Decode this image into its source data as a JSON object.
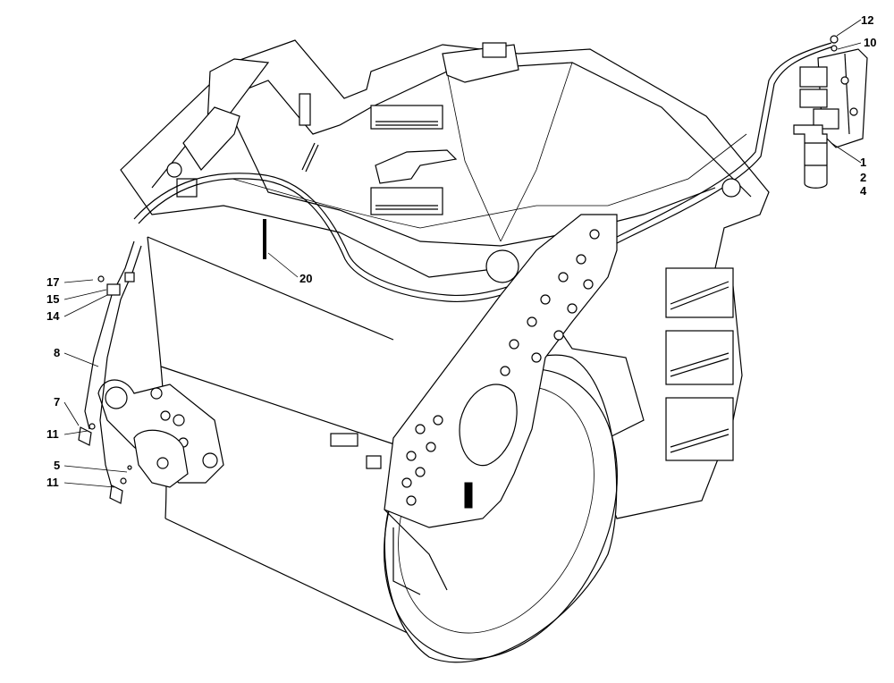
{
  "callouts": [
    {
      "id": "c12",
      "label": "12"
    },
    {
      "id": "c10",
      "label": "10"
    },
    {
      "id": "c1",
      "label": "1"
    },
    {
      "id": "c2",
      "label": "2"
    },
    {
      "id": "c4",
      "label": "4"
    },
    {
      "id": "c20",
      "label": "20"
    },
    {
      "id": "c17",
      "label": "17"
    },
    {
      "id": "c15",
      "label": "15"
    },
    {
      "id": "c14",
      "label": "14"
    },
    {
      "id": "c8",
      "label": "8"
    },
    {
      "id": "c7",
      "label": "7"
    },
    {
      "id": "c11a",
      "label": "11"
    },
    {
      "id": "c5",
      "label": "5"
    },
    {
      "id": "c11b",
      "label": "11"
    }
  ]
}
